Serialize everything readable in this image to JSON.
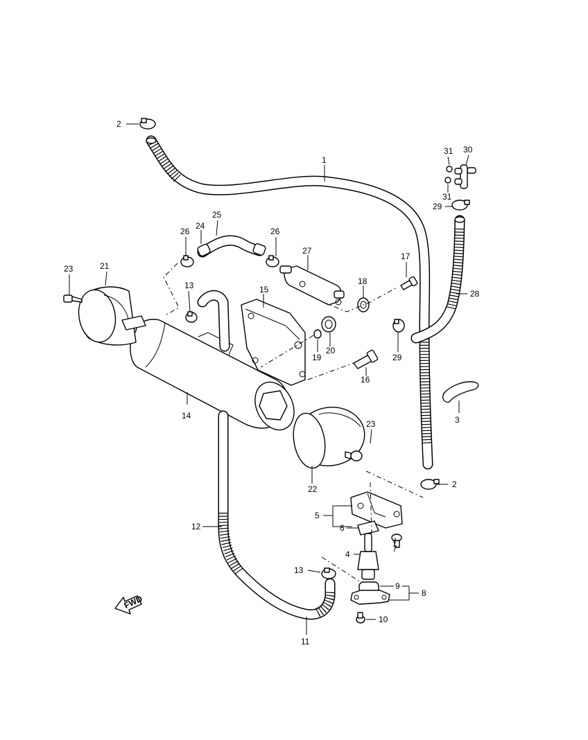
{
  "callouts": {
    "c1": "1",
    "c2a": "2",
    "c2b": "2",
    "c3": "3",
    "c4": "4",
    "c5": "5",
    "c6": "6",
    "c7": "7",
    "c8": "8",
    "c9": "9",
    "c10": "10",
    "c11": "11",
    "c12": "12",
    "c13a": "13",
    "c13b": "13",
    "c14": "14",
    "c15": "15",
    "c16": "16",
    "c17": "17",
    "c18": "18",
    "c19": "19",
    "c20": "20",
    "c21": "21",
    "c22": "22",
    "c23a": "23",
    "c23b": "23",
    "c24": "24",
    "c25": "25",
    "c26a": "26",
    "c26b": "26",
    "c27": "27",
    "c28": "28",
    "c29a": "29",
    "c29b": "29",
    "c30": "30",
    "c31a": "31",
    "c31b": "31"
  },
  "fwd_label": "FWD"
}
